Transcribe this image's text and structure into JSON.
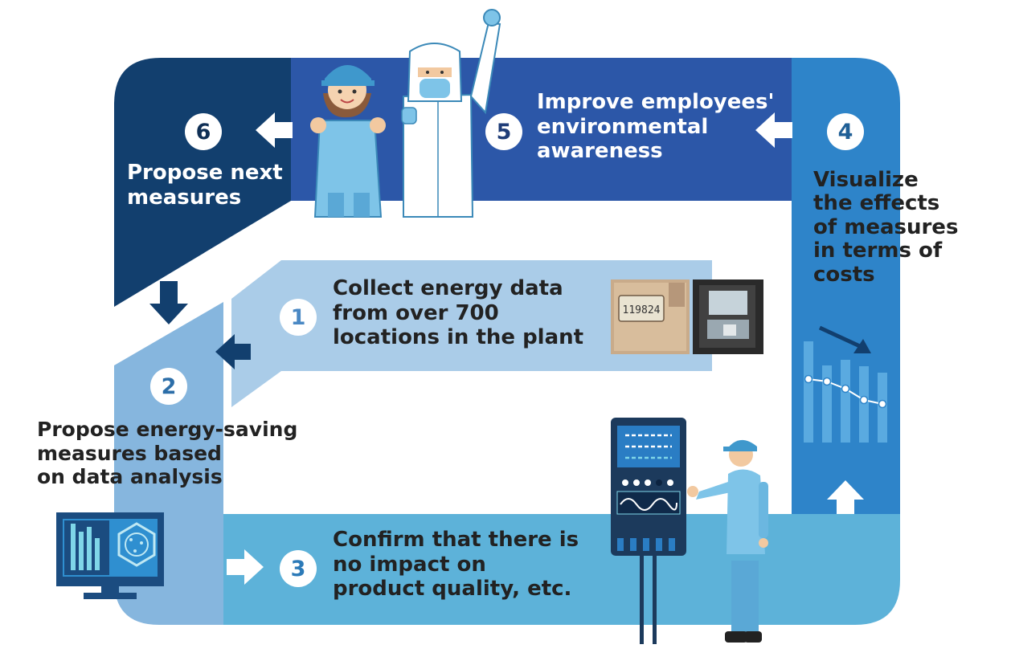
{
  "steps": [
    {
      "number": "1",
      "text_lines": [
        "Collect energy data",
        "from over 700",
        "locations in the plant"
      ]
    },
    {
      "number": "2",
      "text_lines": [
        "Propose energy-saving",
        "measures based",
        "on data analysis"
      ]
    },
    {
      "number": "3",
      "text_lines": [
        "Confirm that there is",
        "no impact on",
        "product quality, etc."
      ]
    },
    {
      "number": "4",
      "text_lines": [
        "Visualize",
        "the effects",
        "of measures",
        "in terms of",
        "costs"
      ]
    },
    {
      "number": "5",
      "text_lines": [
        "Improve employees'",
        "environmental",
        "awareness"
      ]
    },
    {
      "number": "6",
      "text_lines": [
        "Propose next",
        "measures"
      ]
    }
  ],
  "meter_photo": {
    "reading": "119824"
  },
  "colors": {
    "step1_band": "#aacce8",
    "step2_band": "#86b6de",
    "step3_band": "#5db2d9",
    "step4_band": "#2e84c9",
    "step5_band": "#2c57a8",
    "step6_band": "#123f6e",
    "text_dark": "#222222",
    "text_light": "#ffffff",
    "worker_uniform": "#7ec4e8"
  },
  "icons": [
    "arrow-left-icon",
    "arrow-down-icon",
    "arrow-right-icon",
    "arrow-up-icon",
    "monitor-icon",
    "control-panel-icon",
    "bar-chart-icon",
    "worker-icon",
    "meter-photo-icon"
  ]
}
